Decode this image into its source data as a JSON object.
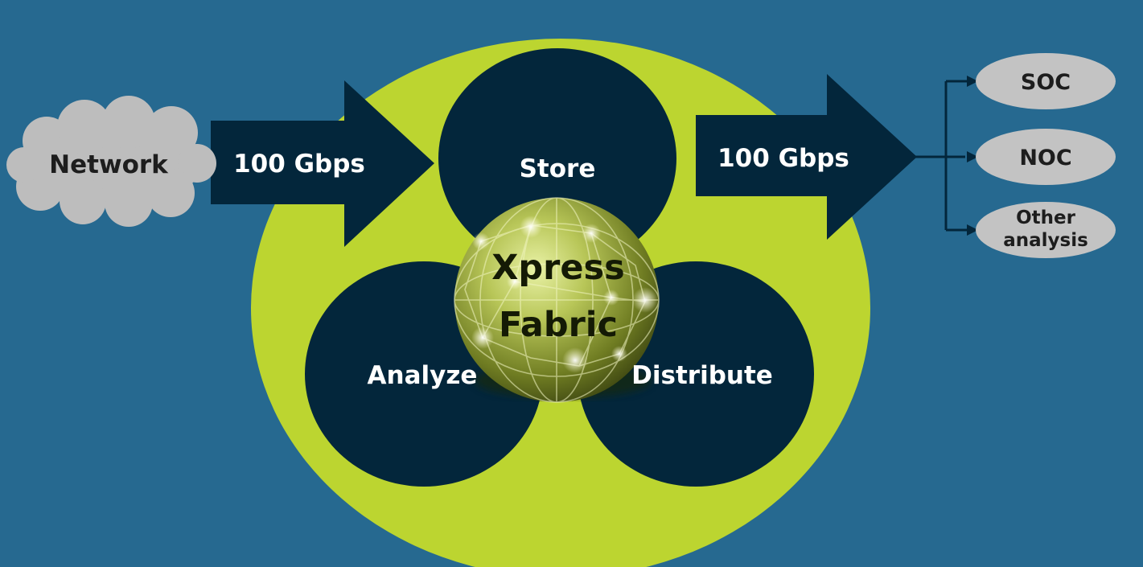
{
  "colors": {
    "background": "#266990",
    "lime": "#bcd530",
    "navy": "#03263b",
    "cloud": "#bdbdbd",
    "oval": "#c3c3c3",
    "white_text": "#ffffff",
    "dark_text": "#1d1d1d"
  },
  "source": {
    "label": "Network"
  },
  "input_arrow": {
    "label": "100 Gbps"
  },
  "output_arrow": {
    "label": "100 Gbps"
  },
  "functions": {
    "store": "Store",
    "analyze": "Analyze",
    "distribute": "Distribute"
  },
  "core": {
    "line1": "Xpress",
    "line2": "Fabric"
  },
  "destinations": [
    {
      "lines": [
        "SOC"
      ]
    },
    {
      "lines": [
        "NOC"
      ]
    },
    {
      "lines": [
        "Other",
        "analysis"
      ]
    }
  ]
}
